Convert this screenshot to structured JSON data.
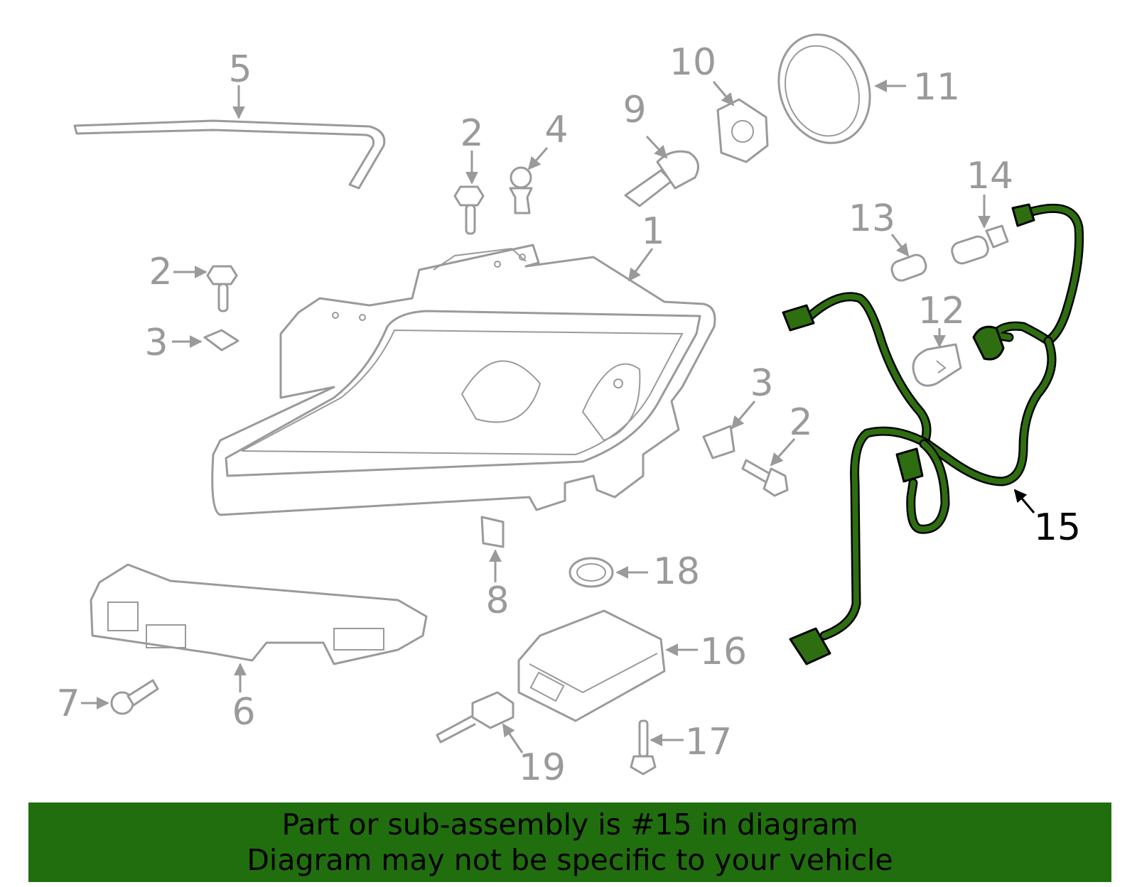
{
  "diagram": {
    "highlight_color": "#2e6e10",
    "part_color": "#9a9a9a",
    "callouts": [
      "1",
      "2",
      "2",
      "2",
      "3",
      "3",
      "4",
      "5",
      "6",
      "7",
      "8",
      "9",
      "10",
      "11",
      "12",
      "13",
      "14",
      "15",
      "16",
      "17",
      "18",
      "19"
    ],
    "highlighted_callout": "15"
  },
  "banner": {
    "line1": "Part or sub-assembly is #15 in diagram",
    "line2": "Diagram may not be specific to your vehicle",
    "background": "#216e0f"
  }
}
